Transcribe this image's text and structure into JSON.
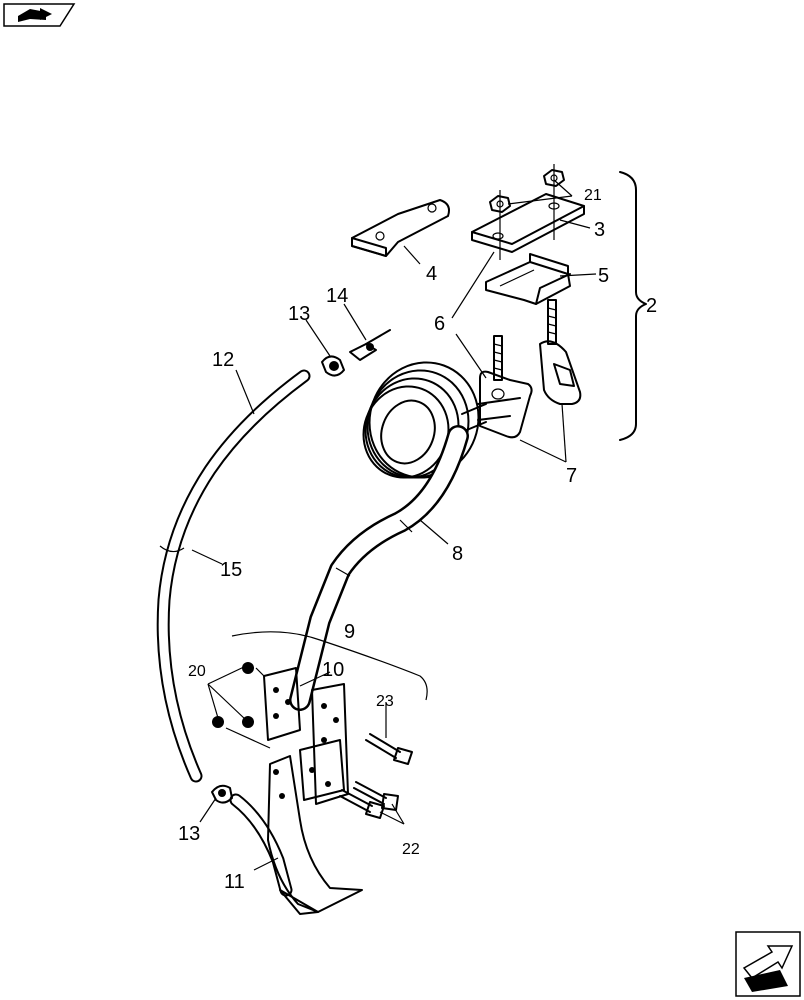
{
  "callouts": {
    "c2": "2",
    "c3": "3",
    "c4": "4",
    "c5": "5",
    "c6": "6",
    "c7": "7",
    "c8": "8",
    "c9": "9",
    "c10": "10",
    "c11": "11",
    "c12": "12",
    "c13a": "13",
    "c13b": "13",
    "c14": "14",
    "c15": "15",
    "c20": "20",
    "c21": "21",
    "c22": "22",
    "c23": "23"
  },
  "icons": {
    "top_left": "book-arrow-icon",
    "bottom_right": "next-page-arrow-icon"
  }
}
